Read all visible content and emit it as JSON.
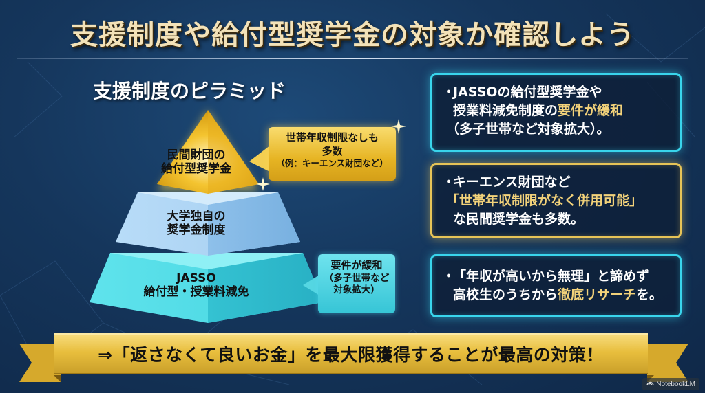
{
  "title": "支援制度や給付型奨学金の対象か確認しよう",
  "pyramid": {
    "heading": "支援制度のピラミッド",
    "tiers": [
      {
        "line1": "民間財団の",
        "line2": "給付型奨学金",
        "color": "#f1c232"
      },
      {
        "line1": "大学独自の",
        "line2": "奨学金制度",
        "color": "#9fcdf2"
      },
      {
        "line1": "JASSO",
        "line2": "給付型・授業料減免",
        "color": "#3fd0dc"
      }
    ],
    "callouts": {
      "gold": {
        "line1": "世帯年収制限なしも",
        "line2": "多数",
        "line3": "（例：キーエンス財団など）"
      },
      "cyan": {
        "line1": "要件が緩和",
        "line2": "（多子世帯など",
        "line3": "対象拡大）"
      }
    }
  },
  "info_boxes": [
    {
      "bullet": "・",
      "parts": [
        "JASSOの給付型奨学金や",
        "授業料減免制度の",
        "要件が緩和",
        "（多子世帯など対象拡大）。"
      ],
      "border_color": "#39d5ec"
    },
    {
      "bullet": "・",
      "parts": [
        "キーエンス財団など",
        "「世帯年収制限がなく併用可能」",
        "な民間奨学金も多数。"
      ],
      "border_color": "#e7c457"
    },
    {
      "bullet": "・",
      "parts": [
        "「年収が高いから無理」と諦めず",
        "高校生のうちから",
        "徹底リサーチ",
        "を。"
      ],
      "border_color": "#39d5ec"
    }
  ],
  "banner": {
    "text": "⇒「返さなくて良いお金」を最大限獲得することが最高の対策！"
  },
  "watermark": {
    "icon": "notebooklm-icon",
    "text": "NotebookLM"
  },
  "colors": {
    "background": "#15365c",
    "title": "#f3e2b8",
    "highlight": "#f2d27a",
    "cyan_border": "#39d5ec",
    "gold_border": "#e7c457",
    "banner_gold": "#e8be3d"
  }
}
